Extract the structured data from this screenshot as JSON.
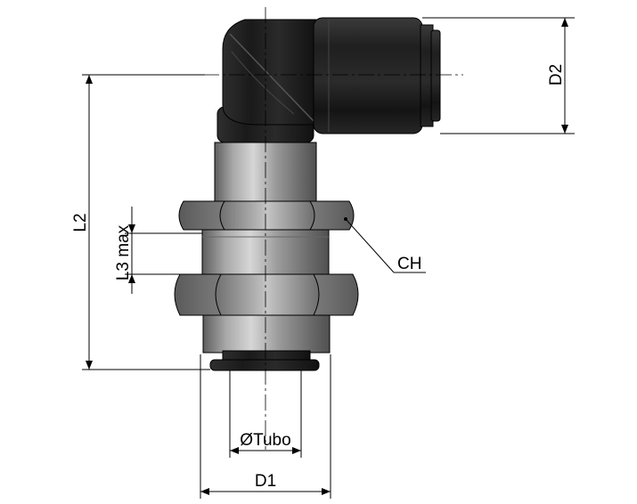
{
  "labels": {
    "d2": "D2",
    "l2": "L2",
    "l3": "L3 max",
    "ch": "CH",
    "tube": "ØTubo",
    "d1": "D1"
  },
  "colors": {
    "body_dark": "#1e1e1e",
    "steel": "#9a9a9a",
    "nut": "#8a8a8a",
    "lines": "#000000"
  }
}
